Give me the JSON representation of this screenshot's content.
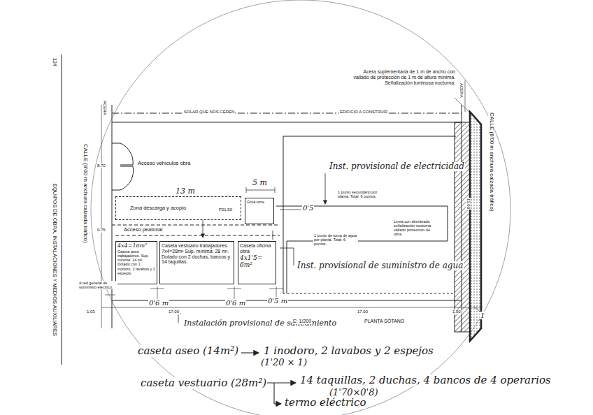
{
  "diagram": {
    "nodes": [
      {
        "text": [
          "Zona descarga y acopio"
        ]
      },
      {
        "text": [
          "Grúa torre"
        ]
      },
      {
        "text": [
          "4x4=16m²",
          "Caseta aseo trabajadores. Sup. mínima: 14 m². Dotado con 1 inodoro, 2 lavabos y 2 espejos."
        ]
      },
      {
        "text": [
          "Caseta vestuario trabajadores. 7x4=28m² Sup. mínima: 28 m². Dotado con 2 duchas, bancos y 14 taquillas."
        ]
      },
      {
        "text": [
          "Caseta oficina obra",
          "4x1'5= 6m²"
        ]
      }
    ],
    "labels": [
      "124",
      "EQUIPOS DE OBRA, INSTALACIONES Y MEDIOS AUXILIARES",
      "Acera suplementaria de 1 m de ancho con vallado de protección de 1 m de altura mínima. Señalización luminosa nocturna.",
      "ACERA",
      "ACERA",
      "SOLAR QUE NOS CEDEN",
      "EDIFICIO A CONSTRUIR",
      "CALLE (8'00 m anchura calzada tráfico)",
      "CALLE (8'00 m anchura calzada tráfico)",
      "8.70",
      "Acceso vehículos obra",
      "13 m",
      "5 m",
      "P21.50",
      "0'5",
      "Acceso peatonal",
      "0.75",
      "Inst. provisional de electricidad",
      "1 punto secundario por planta. Total: 6 puntos.",
      "1 punto de toma de agua por planta. Total: 6 puntos.",
      "Línea con alumbrado señalización nocturna vallado protección de obra.",
      "Inst. provisional de suministro de agua",
      "15.00",
      "A red general de suministro eléctrico.",
      "0'6 m",
      "0'6 m",
      "0'5 m",
      "17.00",
      "17.00",
      "1.03",
      "1.50",
      "1",
      "Instalación provisional de saneamiento",
      "E: 1/200",
      "PLANTA SÓTANO",
      "caseta aseo (14m²)",
      "1 inodoro, 2 lavabos y 2 espejos",
      "(1'20 × 1)",
      "caseta vestuario (28m²)",
      "14 taquillas, 2 duchas, 4 bancos de 4 operarios",
      "(1'70×0'8)",
      "termo eléctrico"
    ]
  }
}
